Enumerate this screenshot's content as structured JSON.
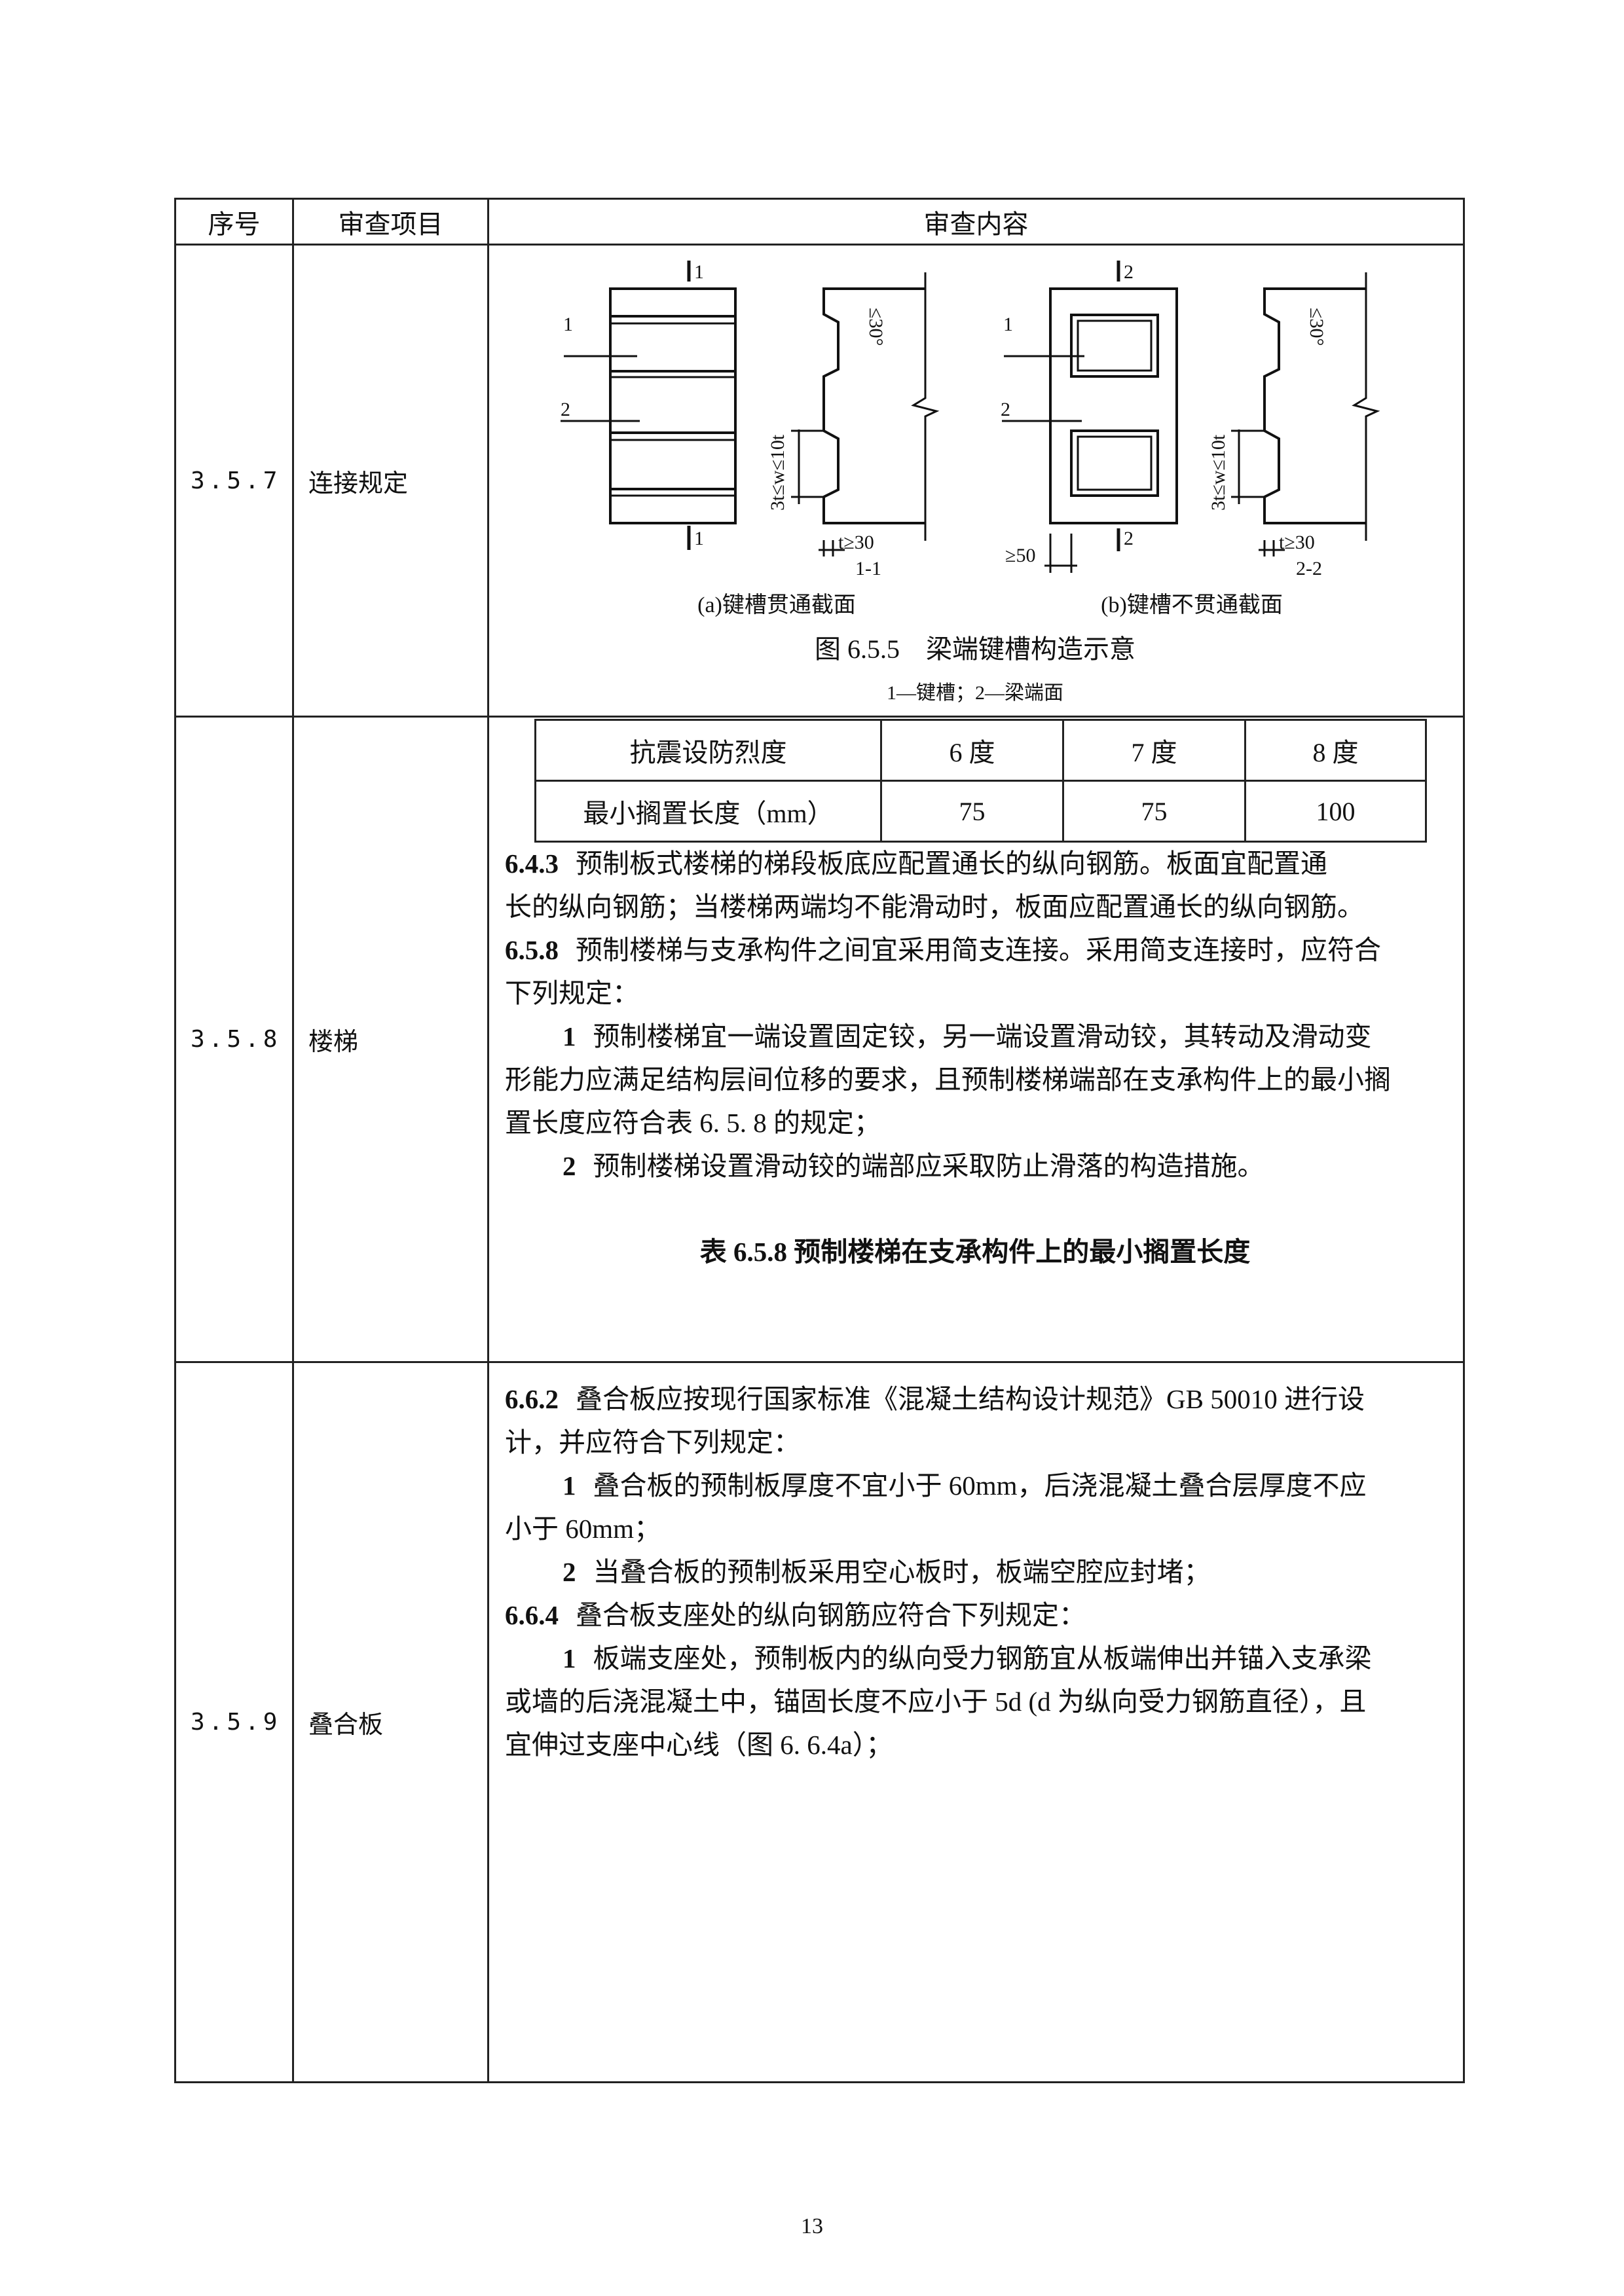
{
  "table": {
    "headers": [
      "序号",
      "审查项目",
      "审查内容"
    ],
    "rows": [
      {
        "no": "3.5.7",
        "item": "连接规定"
      },
      {
        "no": "3.5.8",
        "item": "楼梯"
      },
      {
        "no": "3.5.9",
        "item": "叠合板"
      }
    ]
  },
  "figure": {
    "labels": {
      "one": "1",
      "two": "2",
      "sec1": "1",
      "sec2": "2",
      "angle": "≤30°",
      "width": "3t≤w≤10t",
      "t": "t≥30",
      "min50": "≥50",
      "name_a": "1-1",
      "name_b": "2-2"
    },
    "caption_a": "(a)键槽贯通截面",
    "caption_b": "(b)键槽不贯通截面",
    "title": "图 6.5.5　梁端键槽构造示意",
    "legend": "1—键槽；2—梁端面"
  },
  "stair_table": {
    "headers": [
      "抗震设防烈度",
      "6 度",
      "7 度",
      "8 度"
    ],
    "row": [
      "最小搁置长度（mm）",
      "75",
      "75",
      "100"
    ]
  },
  "stairs": {
    "lines": [
      {
        "num": "6.4.3",
        "text": "预制板式楼梯的梯段板底应配置通长的纵向钢筋。板面宜配置通"
      },
      {
        "num": "",
        "text": "长的纵向钢筋；当楼梯两端均不能滑动时，板面应配置通长的纵向钢筋。"
      },
      {
        "num": "6.5.8",
        "text": "预制楼梯与支承构件之间宜采用简支连接。采用简支连接时，应符合"
      },
      {
        "num": "",
        "text": "下列规定："
      },
      {
        "num": "1",
        "text": "预制楼梯宜一端设置固定铰，另一端设置滑动铰，其转动及滑动变",
        "indent": true
      },
      {
        "num": "",
        "text": "形能力应满足结构层间位移的要求，且预制楼梯端部在支承构件上的最小搁"
      },
      {
        "num": "",
        "text": "置长度应符合表 6. 5. 8 的规定；"
      },
      {
        "num": "2",
        "text": "预制楼梯设置滑动铰的端部应采取防止滑落的构造措施。",
        "indent": true
      }
    ],
    "table_caption": "表 6.5.8 预制楼梯在支承构件上的最小搁置长度"
  },
  "slab": {
    "lines": [
      {
        "num": "6.6.2",
        "text": "叠合板应按现行国家标准《混凝土结构设计规范》GB 50010 进行设"
      },
      {
        "num": "",
        "text": "计，并应符合下列规定："
      },
      {
        "num": "1",
        "text": "叠合板的预制板厚度不宜小于 60mm，后浇混凝土叠合层厚度不应",
        "indent": true
      },
      {
        "num": "",
        "text": "小于 60mm；"
      },
      {
        "num": "2",
        "text": "当叠合板的预制板采用空心板时，板端空腔应封堵；",
        "indent": true
      },
      {
        "num": "6.6.4",
        "text": "叠合板支座处的纵向钢筋应符合下列规定："
      },
      {
        "num": "1",
        "text": "板端支座处，预制板内的纵向受力钢筋宜从板端伸出并锚入支承梁",
        "indent": true
      },
      {
        "num": "",
        "text": "或墙的后浇混凝土中，锚固长度不应小于 5d (d 为纵向受力钢筋直径），且"
      },
      {
        "num": "",
        "text": "宜伸过支座中心线（图 6. 6.4a）；"
      }
    ]
  },
  "page_number": "13"
}
